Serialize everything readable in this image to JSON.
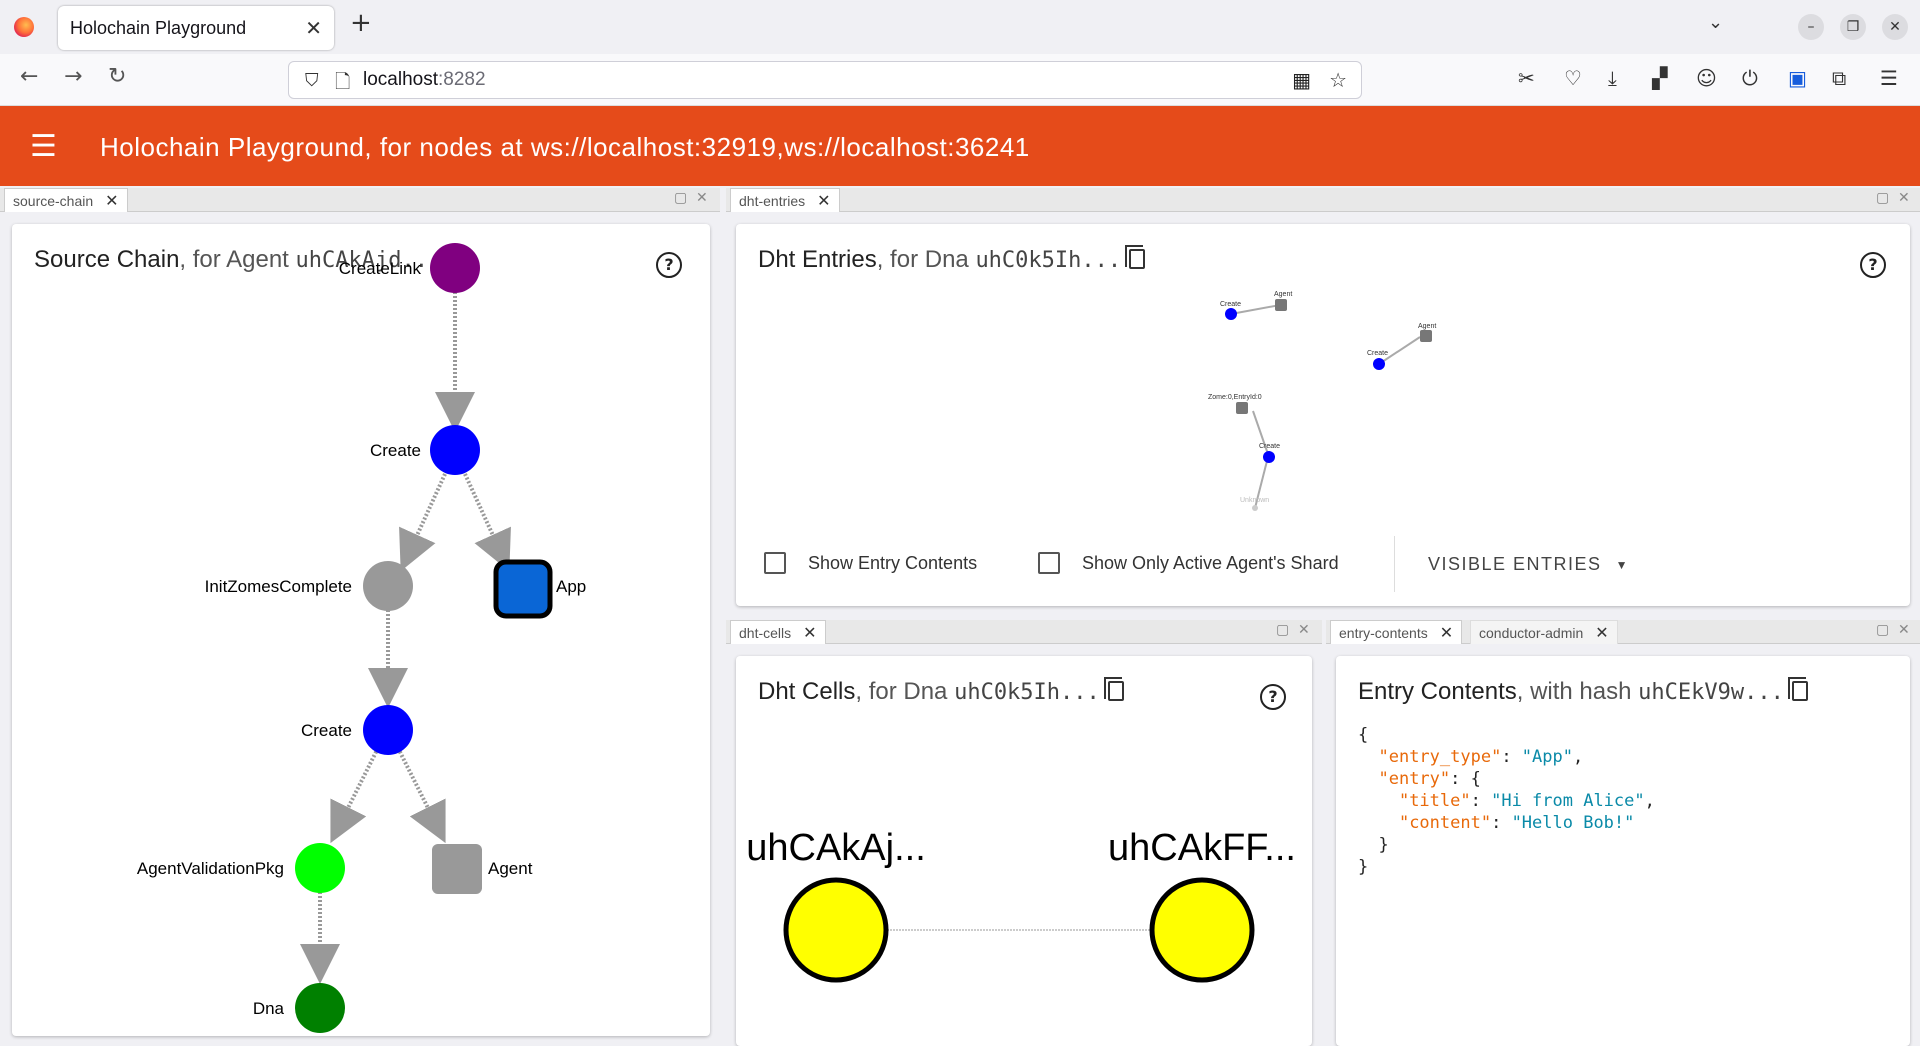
{
  "browser": {
    "tab_title": "Holochain Playground",
    "url_host": "localhost",
    "url_port": ":8282"
  },
  "header": {
    "title": "Holochain Playground, for nodes at ws://localhost:32919,ws://localhost:36241"
  },
  "panels": {
    "source_chain": {
      "tab": "source-chain",
      "title": "Source Chain",
      "subtitle": ", for Agent ",
      "agent_hash": "uhCAkAjd...",
      "nodes": [
        "CreateLink",
        "Create",
        "InitZomesComplete",
        "App",
        "Create",
        "AgentValidationPkg",
        "Agent",
        "Dna"
      ]
    },
    "dht_entries": {
      "tab": "dht-entries",
      "title": "Dht Entries",
      "subtitle": ", for Dna ",
      "dna_hash": "uhC0k5Ih...",
      "graph_labels": [
        "Create",
        "Agent",
        "Agent",
        "Create",
        "Zome:0,EntryId:0",
        "Create",
        "Unknown"
      ],
      "show_entry_contents_label": "Show Entry Contents",
      "show_only_shard_label": "Show Only Active Agent's Shard",
      "visible_entries_label": "VISIBLE ENTRIES"
    },
    "dht_cells": {
      "tab": "dht-cells",
      "title": "Dht Cells",
      "subtitle": ", for Dna ",
      "dna_hash": "uhC0k5Ih...",
      "cells": [
        "uhCAkAj...",
        "uhCAkFF..."
      ]
    },
    "entry_contents": {
      "tab": "entry-contents",
      "tab2": "conductor-admin",
      "title": "Entry Contents",
      "subtitle": ", with hash ",
      "entry_hash": "uhCEkV9w...",
      "json": {
        "open": "{",
        "entry_type_key": "\"entry_type\"",
        "entry_type_val": "\"App\"",
        "entry_key": "\"entry\"",
        "title_key": "\"title\"",
        "title_val": "\"Hi from Alice\"",
        "content_key": "\"content\"",
        "content_val": "\"Hello Bob!\"",
        "inner_close": "}",
        "close": "}"
      }
    }
  },
  "colors": {
    "header": "#e54b1a",
    "create_link": "#800080",
    "create": "#0000ff",
    "init_zomes": "#999999",
    "app": "#0a66d6",
    "agent_validation": "#00ff00",
    "dna": "#008000",
    "cell": "#ffff00"
  }
}
